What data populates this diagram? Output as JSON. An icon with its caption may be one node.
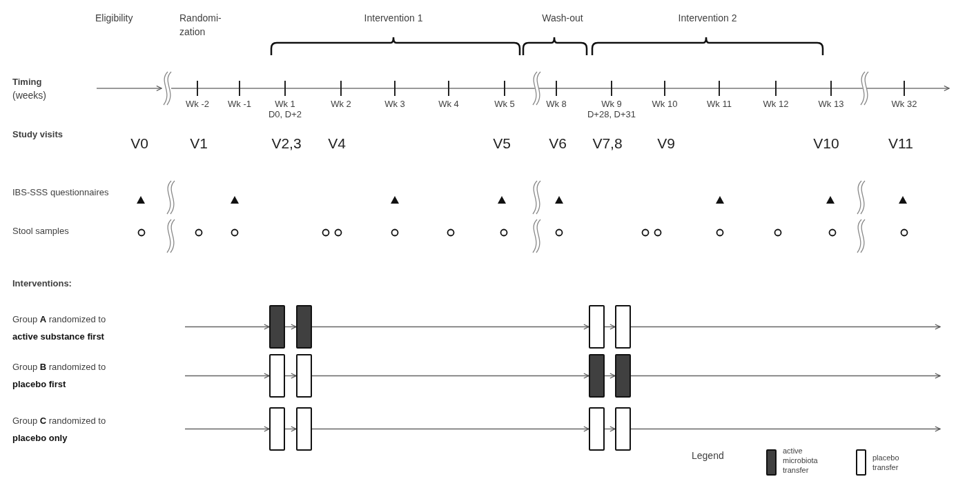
{
  "diagram": {
    "nodes": [
      {
        "text": [],
        "shape": "filled-bar"
      },
      {
        "text": [],
        "shape": "filled-bar"
      },
      {
        "text": [],
        "shape": "bar"
      },
      {
        "text": [],
        "shape": "bar"
      },
      {
        "text": [],
        "shape": "bar"
      },
      {
        "text": [],
        "shape": "bar"
      },
      {
        "text": [],
        "shape": "filled-bar"
      },
      {
        "text": [],
        "shape": "filled-bar"
      },
      {
        "text": [],
        "shape": "bar"
      },
      {
        "text": [],
        "shape": "bar"
      },
      {
        "text": [],
        "shape": "bar"
      },
      {
        "text": [],
        "shape": "bar"
      }
    ],
    "edges": [
      {
        "from": null,
        "to": 0,
        "arrow": "to"
      },
      {
        "from": 0,
        "to": 1,
        "arrow": "to"
      },
      {
        "from": 1,
        "to": 2,
        "arrow": "to"
      },
      {
        "from": 2,
        "to": 3,
        "arrow": "to"
      },
      {
        "from": 3,
        "to": null,
        "arrow": "to"
      },
      {
        "from": null,
        "to": 4,
        "arrow": "to"
      },
      {
        "from": 4,
        "to": 5,
        "arrow": "to"
      },
      {
        "from": 5,
        "to": 6,
        "arrow": "to"
      },
      {
        "from": 6,
        "to": 7,
        "arrow": "to"
      },
      {
        "from": 7,
        "to": null,
        "arrow": "to"
      },
      {
        "from": null,
        "to": 8,
        "arrow": "to"
      },
      {
        "from": 8,
        "to": 9,
        "arrow": "to"
      },
      {
        "from": 9,
        "to": 10,
        "arrow": "to"
      },
      {
        "from": 10,
        "to": 11,
        "arrow": "to"
      },
      {
        "from": 11,
        "to": null,
        "arrow": "to"
      }
    ],
    "labels": [
      "Eligibility",
      "Randomi- zation",
      "Intervention 1",
      "Wash-out",
      "Intervention 2",
      "Timing",
      "(weeks)",
      "Wk -2",
      "Wk -1",
      "Wk 1",
      "Wk 2",
      "Wk 3",
      "Wk 4",
      "Wk 5",
      "Wk 8",
      "Wk 9",
      "Wk 10",
      "Wk 11",
      "Wk 12",
      "Wk 13",
      "Wk 32",
      "D0, D+2",
      "D+28, D+31",
      "Study visits",
      "V0",
      "V1",
      "V2,3",
      "V4",
      "V5",
      "V6",
      "V7,8",
      "V9",
      "V10",
      "V11",
      "IBS-SSS questionnaires",
      "Stool samples",
      "Interventions:",
      "Group **A** randomized to **active substance first**",
      "Group **B** randomized to **placebo first**",
      "Group **C** randomized to **placebo only**",
      "Legend"
    ],
    "legend": [
      {
        "text": "active microbiota transfer",
        "color": "#404040"
      },
      {
        "text": "placebo transfer",
        "color": "#ffffff"
      }
    ]
  }
}
